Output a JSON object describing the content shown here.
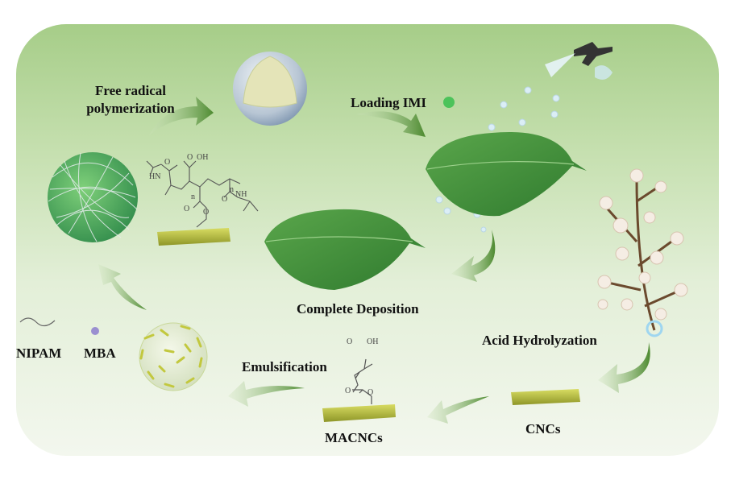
{
  "labels": {
    "free_radical_line1": "Free radical",
    "free_radical_line2": "polymerization",
    "loading_imi": "Loading IMI",
    "complete_deposition": "Complete Deposition",
    "acid_hydrolyzation": "Acid Hydrolyzation",
    "cncs": "CNCs",
    "macncs": "MACNCs",
    "emulsification": "Emulsification",
    "nipam": "NIPAM",
    "mba": "MBA"
  },
  "chem": {
    "oh": "OH",
    "o": "O",
    "hn": "HN",
    "nh": "NH",
    "n": "n"
  },
  "colors": {
    "arrow": "#5e9a3e",
    "leaf": "#3f8f3a",
    "rod": "#b8be3a",
    "imi_dot": "#4cc35a"
  }
}
